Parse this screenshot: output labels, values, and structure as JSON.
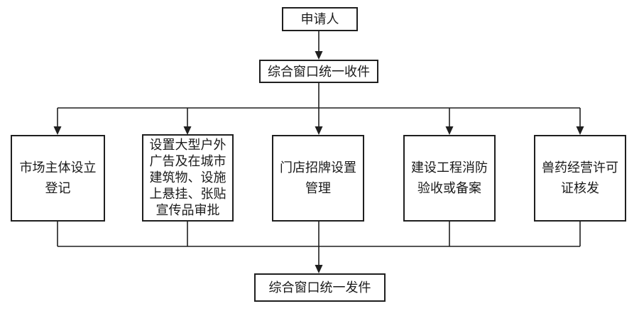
{
  "diagram": {
    "type": "flowchart",
    "background_color": "#ffffff",
    "box_fill_color": "#ffffff",
    "line_color": "#1f1f1f",
    "text_color": "#1a1a1a",
    "nodes": {
      "applicant": {
        "label": "申请人"
      },
      "intake": {
        "label": "综合窗口统一收件"
      },
      "proc1": {
        "label": "市场主体设立\n登记"
      },
      "proc2": {
        "label": "设置大型户外\n广告及在城市\n建筑物、设施\n上悬挂、张贴\n宣传品审批"
      },
      "proc3": {
        "label": "门店招牌设置\n管理"
      },
      "proc4": {
        "label": "建设工程消防\n验收或备案"
      },
      "proc5": {
        "label": "兽药经营许可\n证核发"
      },
      "output": {
        "label": "综合窗口统一发件"
      }
    },
    "edges": [
      {
        "from": "applicant",
        "to": "intake"
      },
      {
        "from": "intake",
        "to": "proc1"
      },
      {
        "from": "intake",
        "to": "proc2"
      },
      {
        "from": "intake",
        "to": "proc3"
      },
      {
        "from": "intake",
        "to": "proc4"
      },
      {
        "from": "intake",
        "to": "proc5"
      },
      {
        "from": "proc1",
        "to": "output"
      },
      {
        "from": "proc2",
        "to": "output"
      },
      {
        "from": "proc3",
        "to": "output"
      },
      {
        "from": "proc4",
        "to": "output"
      },
      {
        "from": "proc5",
        "to": "output"
      }
    ]
  }
}
